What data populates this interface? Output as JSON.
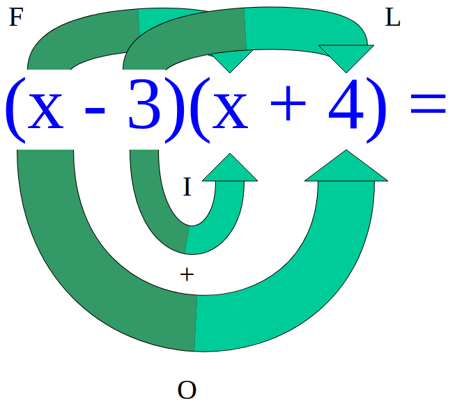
{
  "diagram": {
    "labels": [
      "F",
      "L",
      "(x - 3)(x + 4) =",
      "I",
      "+",
      "O"
    ]
  }
}
